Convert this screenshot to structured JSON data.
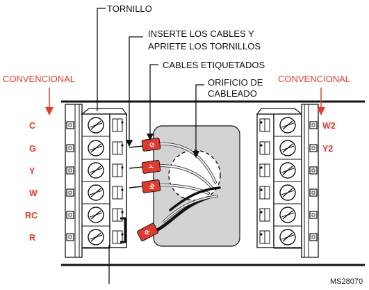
{
  "callouts": {
    "screw": "TORNILLO",
    "insert_line1": "INSERTE LOS CABLES Y",
    "insert_line2": "APRIETE LOS TORNILLOS",
    "labeled_wires": "CABLES ETIQUETADOS",
    "hole_line1": "ORIFICIO DE",
    "hole_line2": "CABLEADO"
  },
  "conventional_left": "CONVENCIONAL",
  "conventional_right": "CONVENCIONAL",
  "left_terminals": [
    "C",
    "G",
    "Y",
    "W",
    "RC",
    "R"
  ],
  "right_terminals": [
    "W2",
    "Y2"
  ],
  "wire_tags": [
    "G",
    "Y",
    "W",
    "R"
  ],
  "figure_code": "MS28070",
  "colors": {
    "accent_red": "#e03a2f",
    "wiring_plate": "#d3d3d3",
    "terminal_block": "#ffffff",
    "wire_sleeve": "#e03a2f"
  }
}
